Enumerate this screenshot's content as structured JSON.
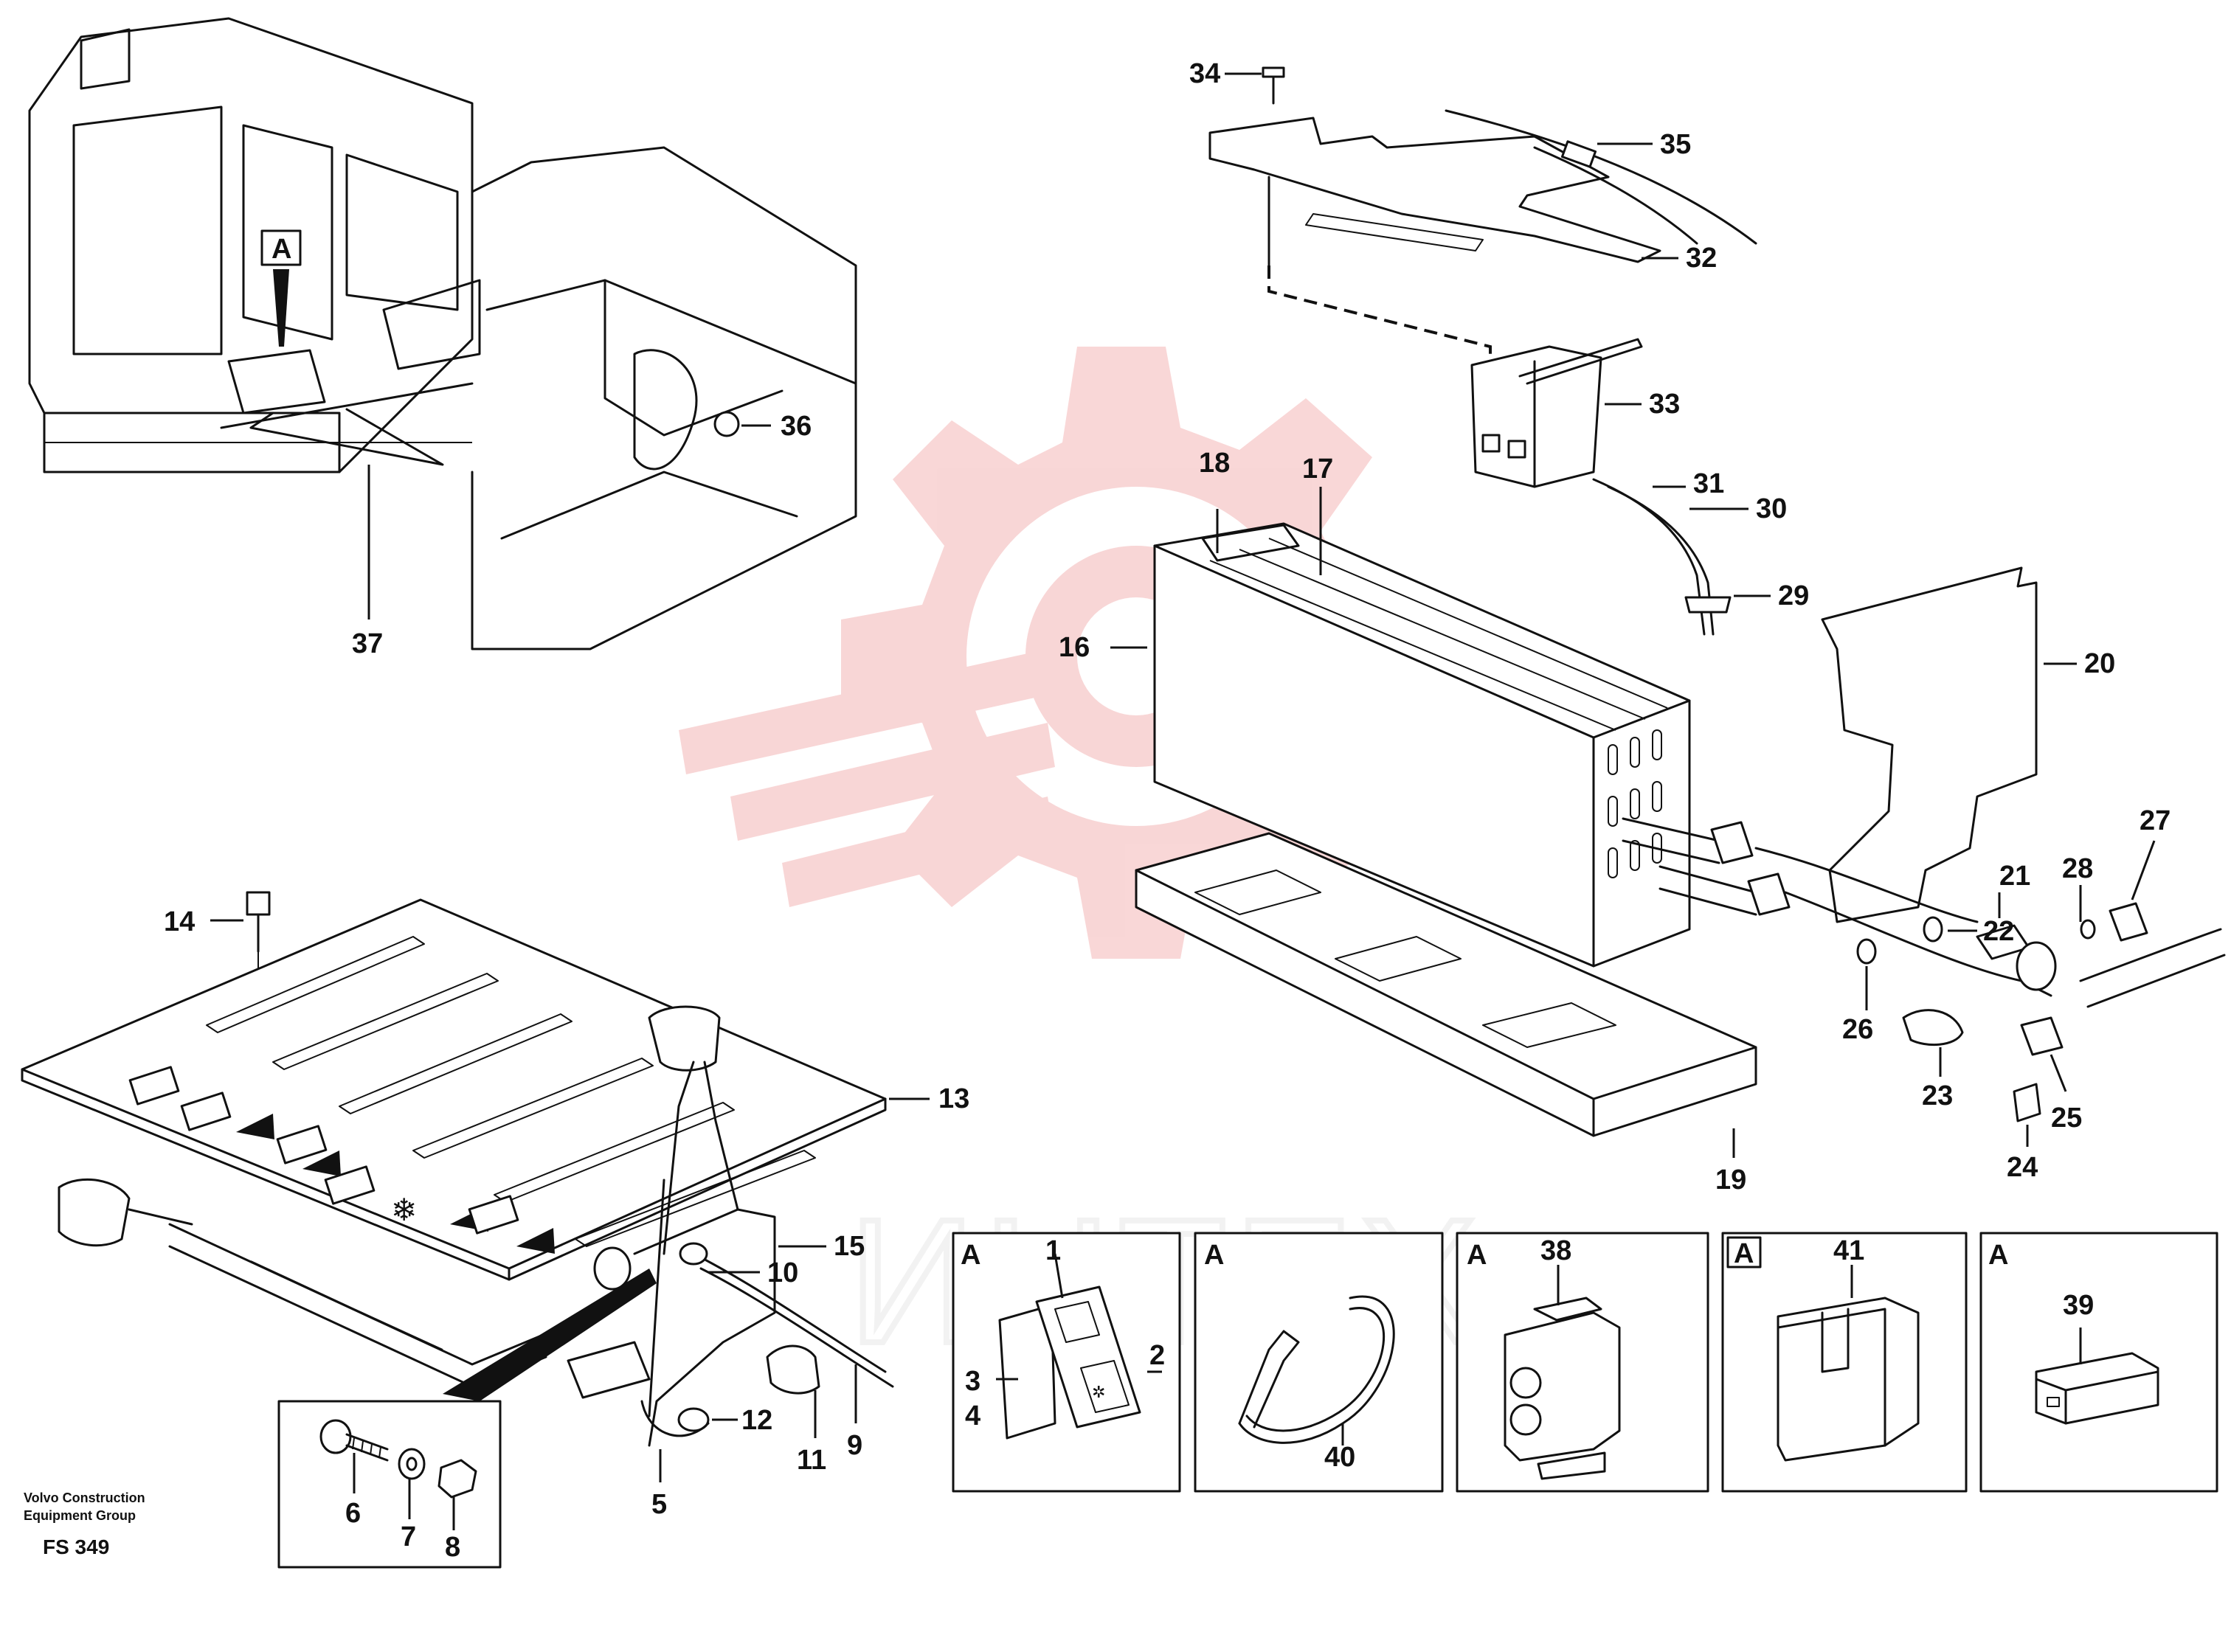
{
  "diagram": {
    "callouts": {
      "c1": "1",
      "c2": "2",
      "c3": "3",
      "c4": "4",
      "c5": "5",
      "c6": "6",
      "c7": "7",
      "c8": "8",
      "c9": "9",
      "c10": "10",
      "c11": "11",
      "c12": "12",
      "c13": "13",
      "c14": "14",
      "c15": "15",
      "c16": "16",
      "c17": "17",
      "c18": "18",
      "c19": "19",
      "c20": "20",
      "c21": "21",
      "c22": "22",
      "c23": "23",
      "c24": "24",
      "c25": "25",
      "c26": "26",
      "c27": "27",
      "c28": "28",
      "c29": "29",
      "c30": "30",
      "c31": "31",
      "c32": "32",
      "c33": "33",
      "c34": "34",
      "c35": "35",
      "c36": "36",
      "c37": "37",
      "c38": "38",
      "c39": "39",
      "c40": "40",
      "c41": "41"
    },
    "view_marker": "A",
    "detail_panels": {
      "p1": "A",
      "p2": "A",
      "p3": "A",
      "p4": "A",
      "p5": "A"
    },
    "watermark_text": "ИНТЕХ",
    "watermark_color": "#f4b6b6"
  },
  "footer": {
    "credit_line_1": "Volvo Construction",
    "credit_line_2": "Equipment Group",
    "figure_code": "FS 349"
  },
  "colors": {
    "ink": "#111111",
    "paper": "#ffffff",
    "watermark": "#f4b6b6"
  }
}
